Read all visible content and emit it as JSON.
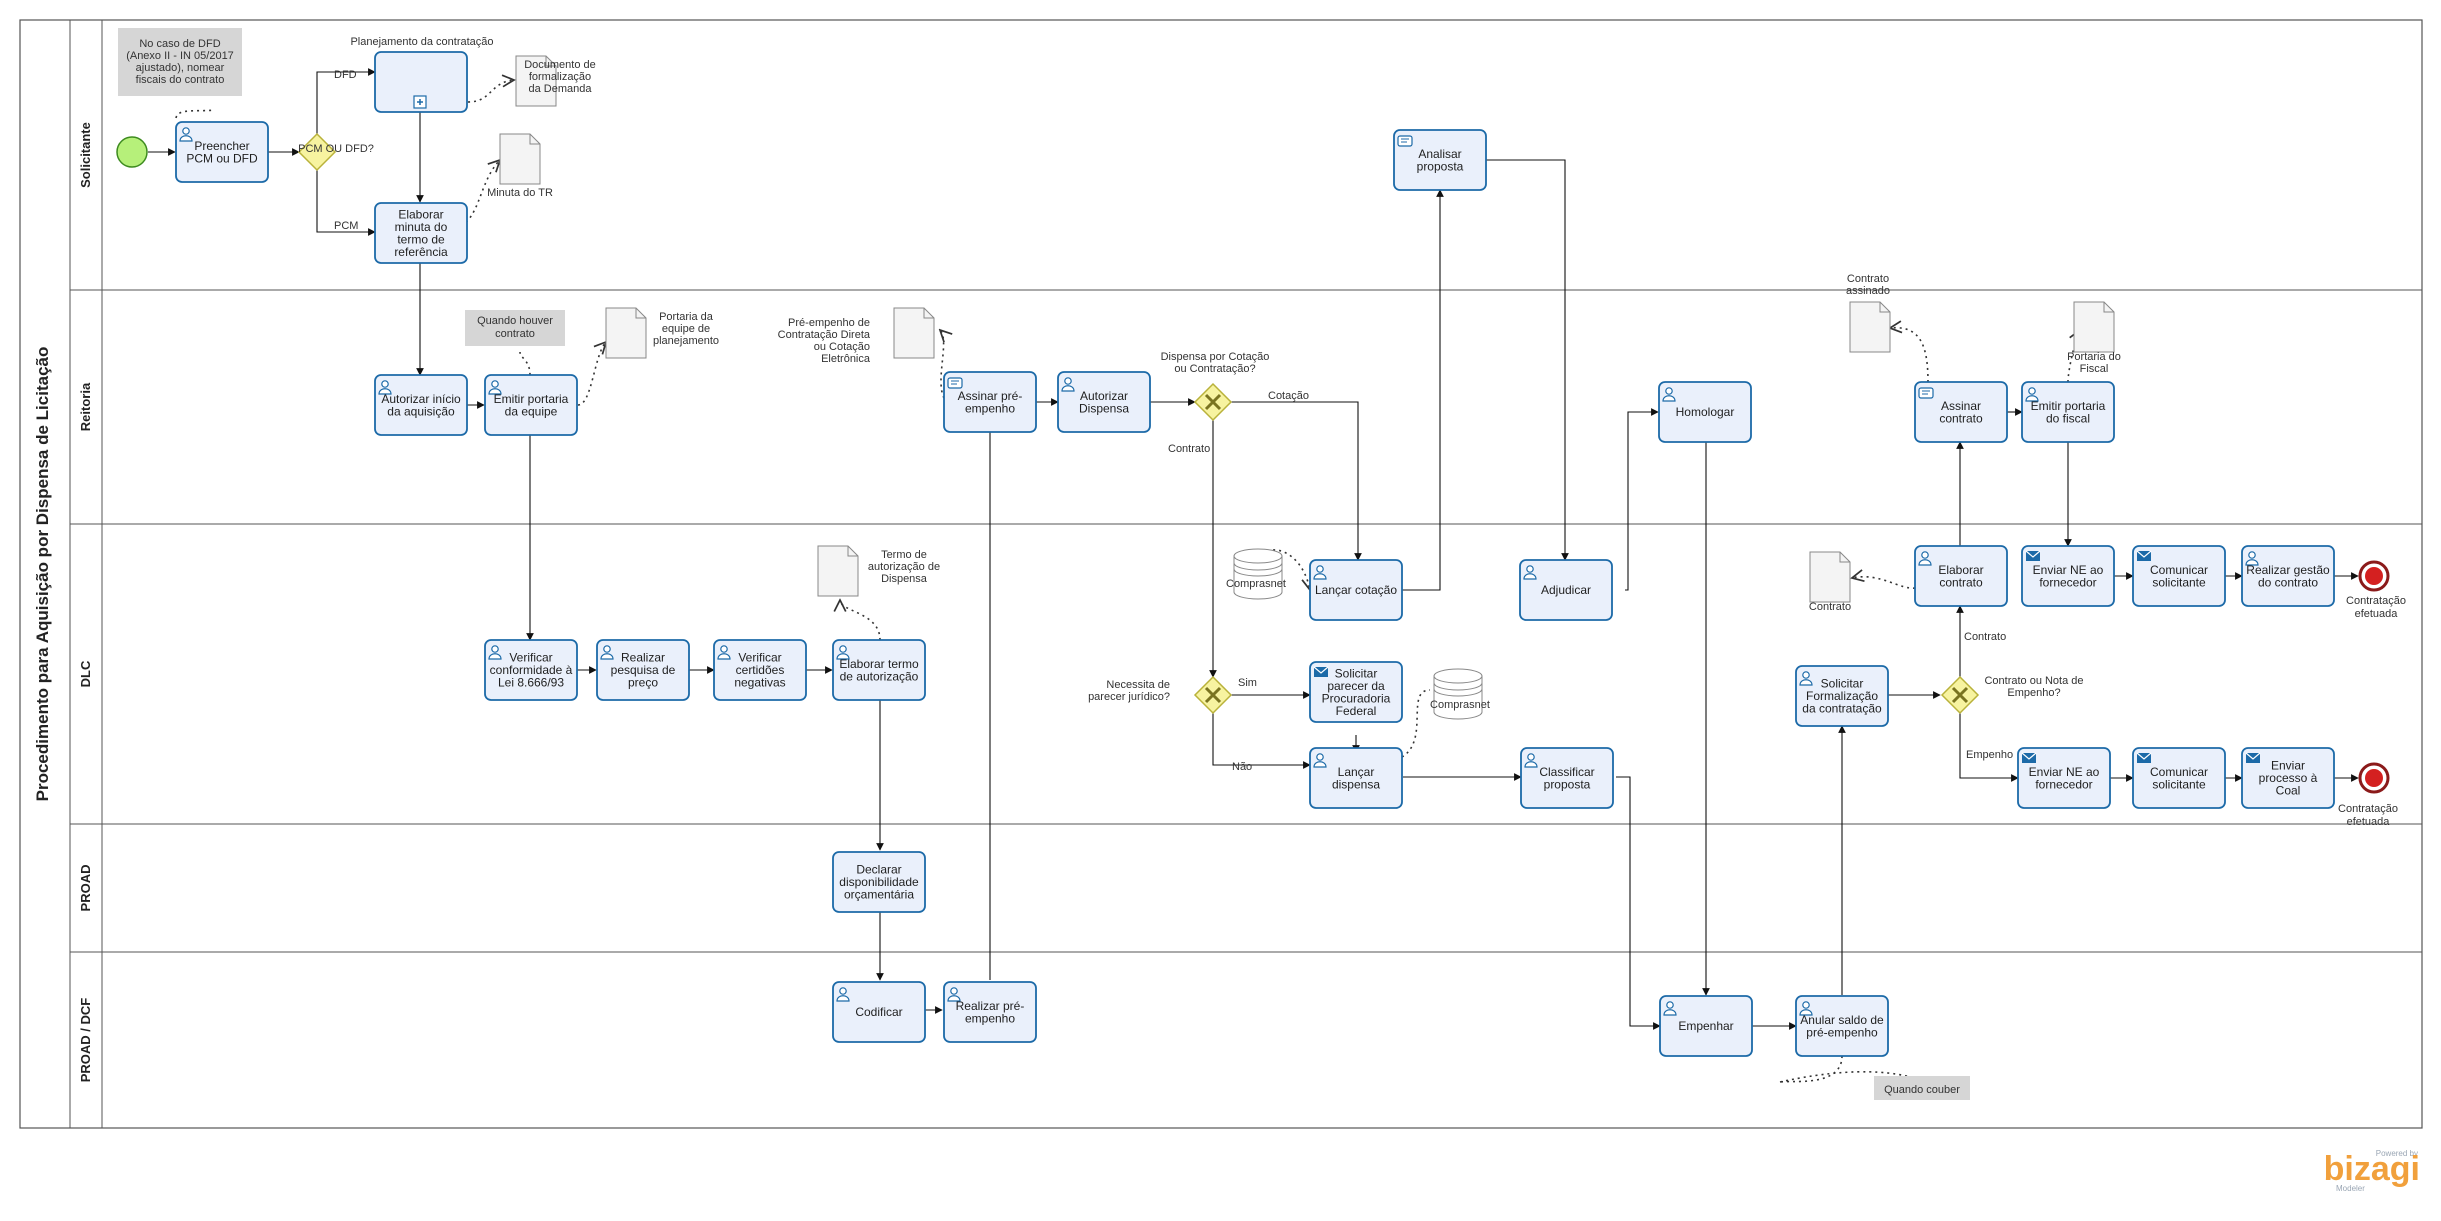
{
  "pool": {
    "title": "Procedimento para Aquisição por Dispensa de Licitação"
  },
  "lanes": [
    {
      "id": "solicitante",
      "label": "Solicitante"
    },
    {
      "id": "reitoria",
      "label": "Reitoria"
    },
    {
      "id": "dlc",
      "label": "DLC"
    },
    {
      "id": "proad",
      "label": "PROAD"
    },
    {
      "id": "dcf",
      "label": "PROAD / DCF"
    }
  ],
  "tasks": {
    "preencher": [
      "Preencher",
      "PCM ou DFD"
    ],
    "planejamento": [],
    "elaborar_minuta": [
      "Elaborar",
      "minuta do",
      "termo de",
      "referência"
    ],
    "analisar_proposta": [
      "Analisar",
      "proposta"
    ],
    "autorizar_inicio": [
      "Autorizar início",
      "da aquisição"
    ],
    "emitir_portaria_equipe": [
      "Emitir portaria",
      "da equipe"
    ],
    "assinar_pre_empenho": [
      "Assinar pré-",
      "empenho"
    ],
    "autorizar_dispensa": [
      "Autorizar",
      "Dispensa"
    ],
    "homologar": [
      "Homologar"
    ],
    "assinar_contrato": [
      "Assinar",
      "contrato"
    ],
    "emitir_portaria_fiscal": [
      "Emitir portaria",
      "do fiscal"
    ],
    "verificar_conformidade": [
      "Verificar",
      "conformidade à",
      "Lei 8.666/93"
    ],
    "realizar_pesquisa": [
      "Realizar",
      "pesquisa de",
      "preço"
    ],
    "verificar_certidoes": [
      "Verificar",
      "certidões",
      "negativas"
    ],
    "elaborar_termo": [
      "Elaborar termo",
      "de autorização"
    ],
    "lancar_cotacao": [
      "Lançar cotação"
    ],
    "adjudicar": [
      "Adjudicar"
    ],
    "elaborar_contrato": [
      "Elaborar",
      "contrato"
    ],
    "enviar_ne_1": [
      "Enviar NE ao",
      "fornecedor"
    ],
    "comunicar_1": [
      "Comunicar",
      "solicitante"
    ],
    "realizar_gestao": [
      "Realizar gestão",
      "do contrato"
    ],
    "solicitar_parecer": [
      "Solicitar",
      "parecer da",
      "Procuradoria",
      "Federal"
    ],
    "lancar_dispensa": [
      "Lançar",
      "dispensa"
    ],
    "classificar_proposta": [
      "Classificar",
      "proposta"
    ],
    "solicitar_formalizacao": [
      "Solicitar",
      "Formalização",
      "da contratação"
    ],
    "enviar_ne_2": [
      "Enviar NE ao",
      "fornecedor"
    ],
    "comunicar_2": [
      "Comunicar",
      "solicitante"
    ],
    "enviar_processo": [
      "Enviar",
      "processo à",
      "Coal"
    ],
    "declarar": [
      "Declarar",
      "disponibilidade",
      "orçamentária"
    ],
    "codificar": [
      "Codificar"
    ],
    "realizar_pre_empenho": [
      "Realizar pré-",
      "empenho"
    ],
    "empenhar": [
      "Empenhar"
    ],
    "anular_saldo": [
      "Anular saldo de",
      "pré-empenho"
    ]
  },
  "subprocess_label": "Planejamento da contratação",
  "gateways": {
    "pcm_dfd": [
      "PCM OU DFD?"
    ],
    "dispensa": [
      "Dispensa por Cotação",
      "ou  Contratação?"
    ],
    "parecer": [
      "Necessita de",
      "parecer jurídico?"
    ],
    "contrato_empenho": [
      "Contrato ou Nota de",
      "Empenho?"
    ]
  },
  "flow_labels": {
    "dfd": "DFD",
    "pcm": "PCM",
    "cotacao": "Cotação",
    "contrato": "Contrato",
    "sim": "Sim",
    "nao": "Não",
    "contrato2": "Contrato",
    "empenho": "Empenho"
  },
  "documents": {
    "doc_formalizacao": [
      "Documento de",
      "formalização",
      "da Demanda"
    ],
    "minuta_tr": [
      "Minuta do TR"
    ],
    "portaria_equipe": [
      "Portaria da",
      "equipe de",
      "planejamento"
    ],
    "pre_empenho": [
      "Pré-empenho de",
      "Contratação Direta",
      "ou Cotação",
      "Eletrônica"
    ],
    "termo_autorizacao": [
      "Termo de",
      "autorização de",
      "Dispensa"
    ],
    "contrato_assinado": [
      "Contrato",
      "assinado"
    ],
    "portaria_fiscal": [
      "Portaria do",
      "Fiscal"
    ],
    "contrato_doc": [
      "Contrato"
    ]
  },
  "datastores": {
    "comprasnet_1": "Comprasnet",
    "comprasnet_2": "Comprasnet"
  },
  "annotations": {
    "nota_dfd": [
      "No caso de DFD",
      "(Anexo II - IN 05/2017",
      "ajustado), nomear",
      "fiscais do contrato"
    ],
    "quando_houver": [
      "Quando houver",
      "contrato"
    ],
    "quando_couber": [
      "Quando couber"
    ]
  },
  "end_events": {
    "end_1": [
      "Contratação",
      "efetuada"
    ],
    "end_2": [
      "Contratação",
      "efetuada"
    ]
  },
  "branding": {
    "powered": "Powered by",
    "name": "bizagi",
    "product": "Modeler"
  },
  "colors": {
    "task_fill": "#eaf0fb",
    "task_stroke": "#1c6aa8",
    "gateway_fill": "#f7f3a0",
    "gateway_stroke": "#b9b23a",
    "start_fill": "#b6f07a",
    "end_fill": "#d42020",
    "annotation_fill": "#d6d6d6",
    "lane_stroke": "#555555",
    "brand": "#f1a03c"
  }
}
